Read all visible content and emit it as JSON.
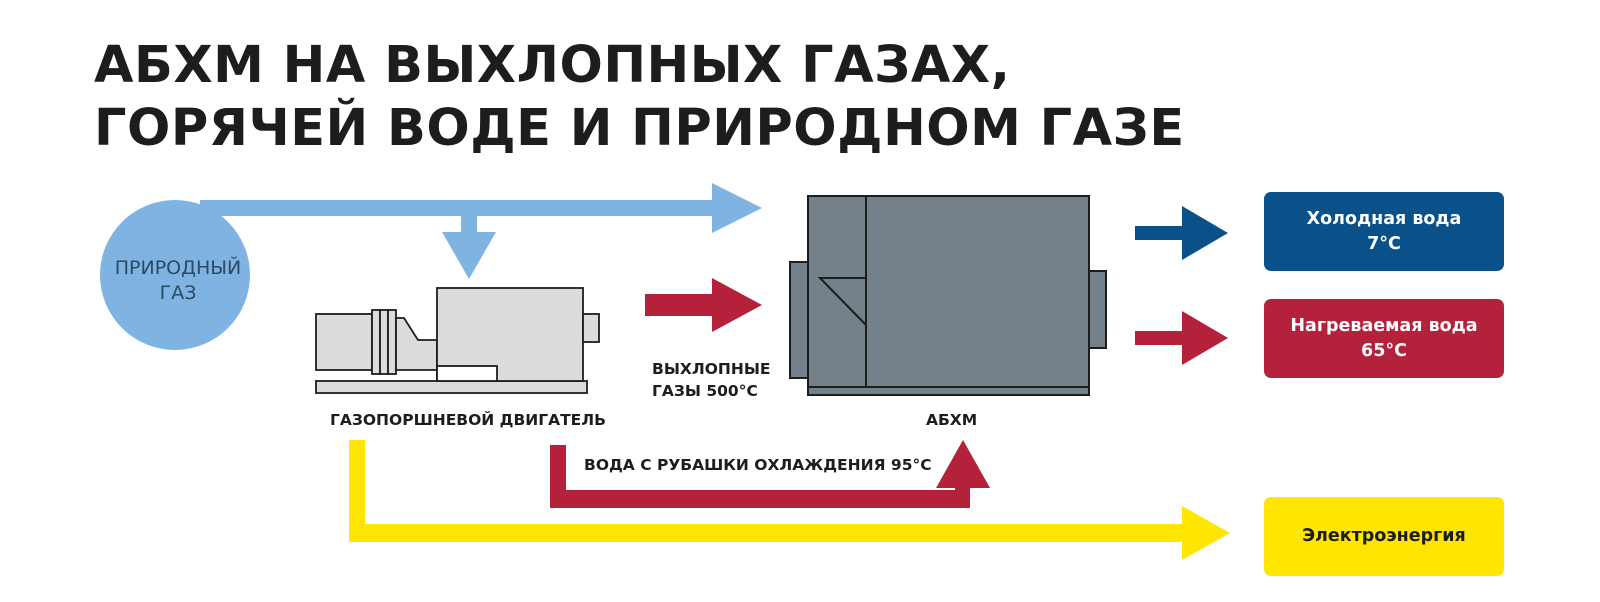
{
  "title": {
    "line1": "АБХМ НА ВЫХЛОПНЫХ ГАЗАХ,",
    "line2": "ГОРЯЧЕЙ ВОДЕ И ПРИРОДНОМ ГАЗЕ"
  },
  "natural_gas": {
    "line1": "ПРИРОДНЫЙ",
    "line2": "ГАЗ"
  },
  "engine_label": "ГАЗОПОРШНЕВОЙ ДВИГАТЕЛЬ",
  "exhaust_label": {
    "line1": "ВЫХЛОПНЫЕ",
    "line2": "ГАЗЫ 500°C"
  },
  "abhm_label": "АБХМ",
  "jacket_water_label": "ВОДА С РУБАШКИ ОХЛАЖДЕНИЯ 95°C",
  "outputs": {
    "cold_water": {
      "name": "Холодная вода",
      "temp": "7°C"
    },
    "hot_water": {
      "name": "Нагреваемая вода",
      "temp": "65°C"
    },
    "electricity": {
      "name": "Электроэнергия"
    }
  },
  "colors": {
    "gas_blue": "#7fb3e2",
    "exhaust_red": "#b3223a",
    "cold_blue": "#0b5189",
    "electric_yellow": "#ffe600",
    "machine_grey": "#75818a",
    "engine_light_grey": "#dcdcdc",
    "outline": "#1d1d1b"
  }
}
